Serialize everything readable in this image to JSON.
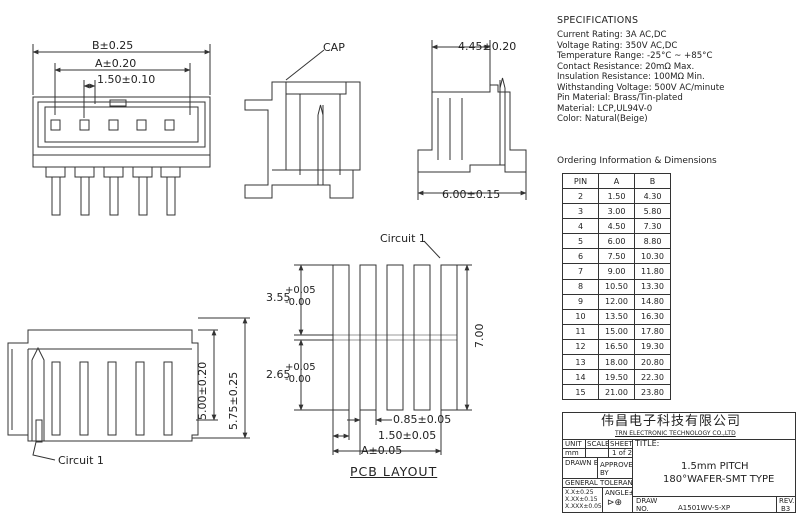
{
  "labels": {
    "cap": "CAP",
    "circuit_top": "Circuit 1",
    "circuit_bottom": "Circuit 1",
    "pcb_layout": "PCB LAYOUT"
  },
  "dimensions": {
    "b_width": "B±0.25",
    "a_width": "A±0.20",
    "pitch_front": "1.50±0.10",
    "side_width_top": "4.45±0.20",
    "side_width_bottom": "6.00±0.15",
    "height_inner": "5.00±0.20",
    "height_outer": "5.75±0.25",
    "pad_upper": "3.55",
    "pad_upper_tol_plus": "+0.05",
    "pad_upper_tol_minus": "-0.00",
    "pad_lower": "2.65",
    "pad_lower_tol_plus": "+0.05",
    "pad_lower_tol_minus": "-0.00",
    "pad_total": "7.00",
    "pad_width": "0.85±0.05",
    "pad_pitch": "1.50±0.05",
    "pad_a": "A±0.05"
  },
  "specifications": {
    "title": "SPECIFICATIONS",
    "items": [
      "Current Rating: 3A AC,DC",
      "Voltage Rating: 350V AC,DC",
      "Temperature Range: -25°C ~ +85°C",
      "Contact Resistance: 20mΩ Max.",
      "Insulation Resistance: 100MΩ Min.",
      "Withstanding Voltage: 500V AC/minute",
      "Pin Material: Brass/Tin-plated",
      "Material: LCP,UL94V-0",
      "Color: Natural(Beige)"
    ]
  },
  "ordering": {
    "title": "Ordering Information & Dimensions",
    "headers": [
      "PIN",
      "A",
      "B"
    ],
    "rows": [
      [
        "2",
        "1.50",
        "4.30"
      ],
      [
        "3",
        "3.00",
        "5.80"
      ],
      [
        "4",
        "4.50",
        "7.30"
      ],
      [
        "5",
        "6.00",
        "8.80"
      ],
      [
        "6",
        "7.50",
        "10.30"
      ],
      [
        "7",
        "9.00",
        "11.80"
      ],
      [
        "8",
        "10.50",
        "13.30"
      ],
      [
        "9",
        "12.00",
        "14.80"
      ],
      [
        "10",
        "13.50",
        "16.30"
      ],
      [
        "11",
        "15.00",
        "17.80"
      ],
      [
        "12",
        "16.50",
        "19.30"
      ],
      [
        "13",
        "18.00",
        "20.80"
      ],
      [
        "14",
        "19.50",
        "22.30"
      ],
      [
        "15",
        "21.00",
        "23.80"
      ]
    ]
  },
  "title_block": {
    "company_cn": "伟昌电子科技有限公司",
    "company_en": "TRN ELECTRONIC TECHNOLOGY CO.,LTD",
    "unit_label": "UNIT",
    "scale_label": "SCALE",
    "sheet_label": "SHEET",
    "unit_value": "mm",
    "sheet_value": "1 of 2",
    "title_label": "TITLE:",
    "drawn_by": "DRAWN BY",
    "approved_by": "APPROVED BY",
    "general_tolerance": "GENERAL TOLERANCE",
    "tol_1": "X.X±0.25",
    "tol_2": "X.XX±0.15",
    "tol_3": "X.XXX±0.05",
    "angle": "ANGLE±",
    "title_line1": "1.5mm PITCH",
    "title_line2": "180°WAFER-SMT TYPE",
    "draw_no_label": "DRAW NO.",
    "draw_no": "A1501WV-S-XP",
    "rev_label": "REV.",
    "rev": "B3"
  }
}
